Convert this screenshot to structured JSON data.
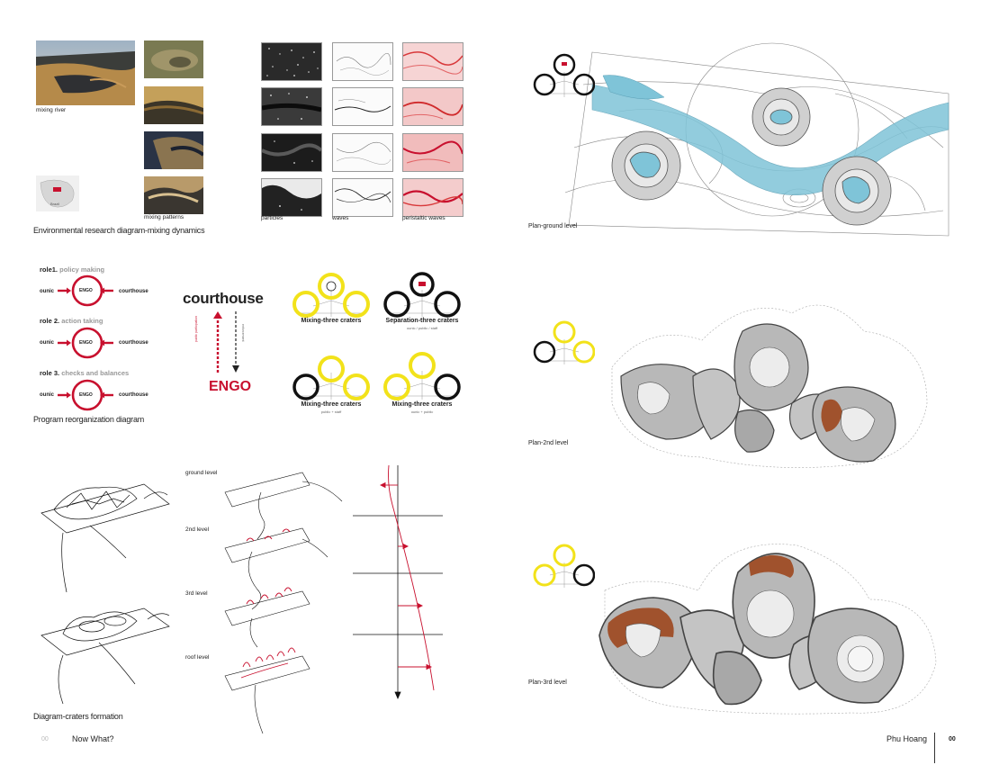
{
  "research": {
    "mixing_river": "mixing river",
    "mixing_patterns": "mixing patterns",
    "particles": "particles",
    "waves": "waves",
    "peristaltic_waves": "peristaltic waves",
    "map_label": "Brazil",
    "caption": "Environmental research diagram-mixing dynamics"
  },
  "program": {
    "roles": [
      {
        "num": "role1.",
        "name": "policy making",
        "left": "ounic",
        "center": "ENGO",
        "right": "courthouse"
      },
      {
        "num": "role 2.",
        "name": "action taking",
        "left": "ounic",
        "center": "ENGO",
        "right": "courthouse"
      },
      {
        "num": "role 3.",
        "name": "checks and balances",
        "left": "ounic",
        "center": "ENGO",
        "right": "courthouse"
      }
    ],
    "courthouse": "courthouse",
    "engo": "ENGO",
    "arrow_left_text": "public participation",
    "arrow_right_text": "enforcement",
    "craters": [
      {
        "title": "Mixing-three craters",
        "sub": ""
      },
      {
        "title": "Separation-three craters",
        "sub": "ounic / public / staff"
      },
      {
        "title": "Mixing-three craters",
        "sub": "public + staff"
      },
      {
        "title": "Mixing-three craters",
        "sub": "ounic + public"
      }
    ],
    "caption": "Program reorganization diagram"
  },
  "formation": {
    "levels": [
      "ground level",
      "2nd level",
      "3rd level",
      "roof level"
    ],
    "caption": "Diagram-craters formation"
  },
  "plans": {
    "ground": "Plan-ground level",
    "second": "Plan-2nd level",
    "third": "Plan-3rd level"
  },
  "footer": {
    "section_num": "00",
    "title": "Now What?",
    "author": "Phu Hoang",
    "page": "00"
  },
  "colors": {
    "accent_red": "#c8102e",
    "highlight_yellow": "#f2e21a",
    "water_blue": "#7fc4d8",
    "terracotta": "#a0522d",
    "plan_gray": "#b8b8b8"
  }
}
